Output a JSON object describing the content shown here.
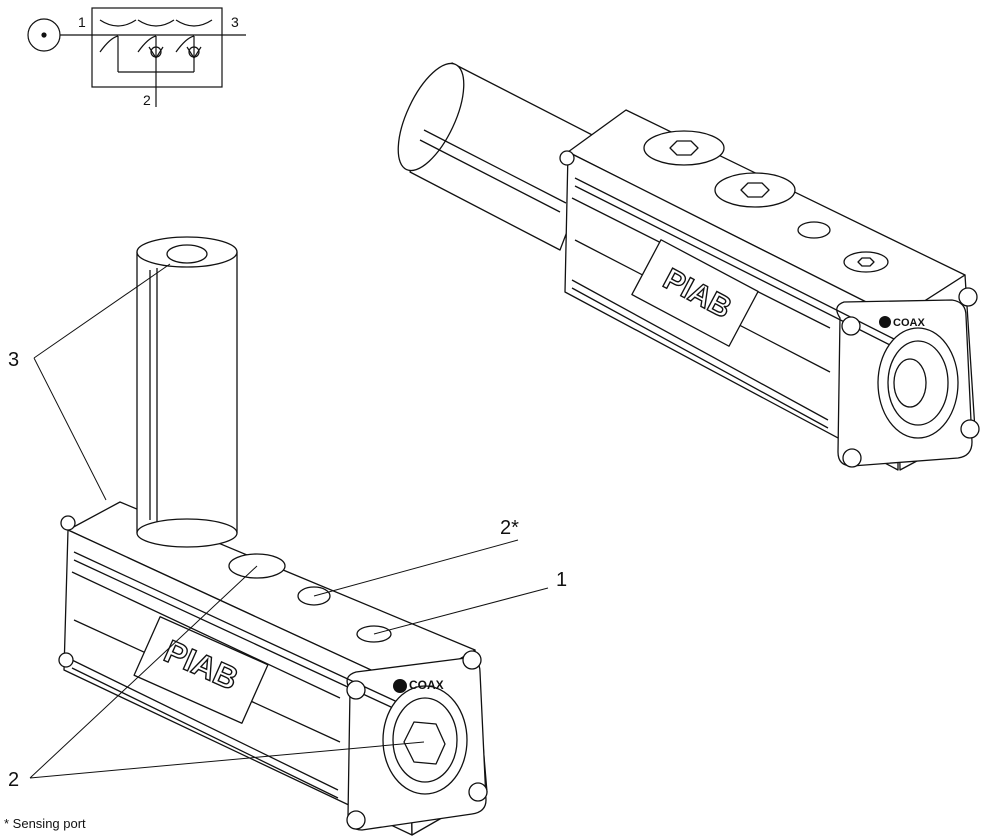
{
  "symbol": {
    "port_labels": [
      "1",
      "3",
      "2"
    ]
  },
  "callouts": {
    "port_3": "3",
    "port_2_sensing": "2*",
    "port_1": "1",
    "port_2": "2"
  },
  "logos": {
    "brand": "PIAB",
    "tech": "COAX"
  },
  "footnote": "* Sensing port"
}
